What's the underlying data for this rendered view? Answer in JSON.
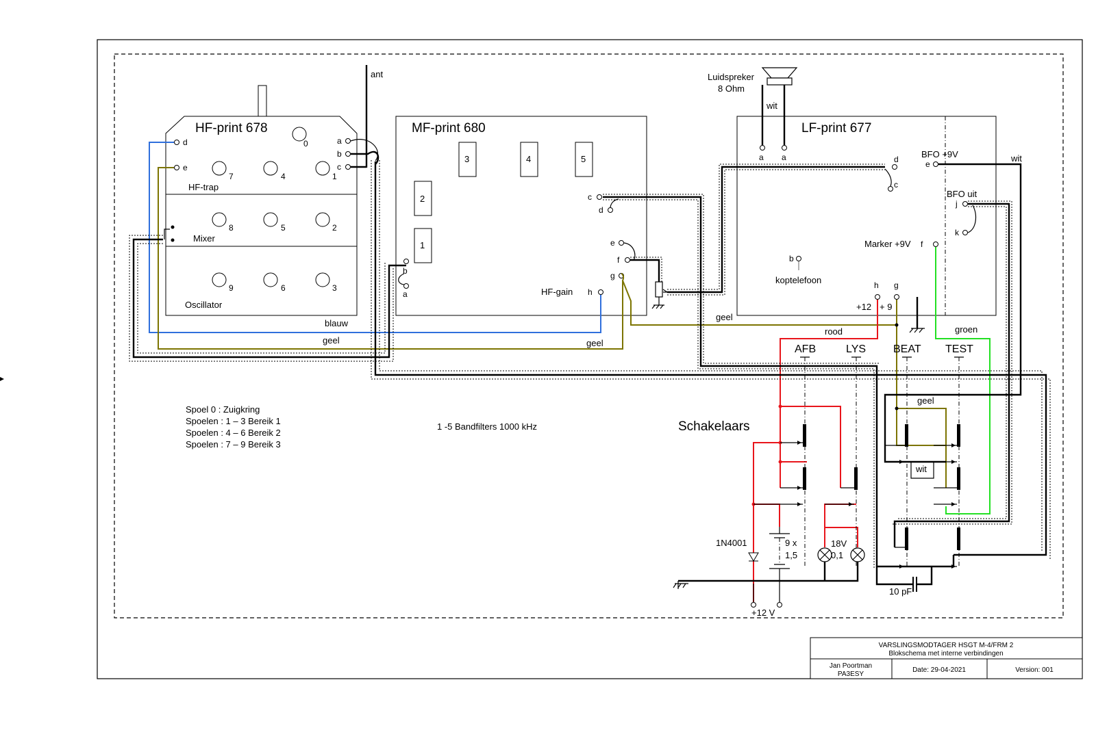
{
  "hf": {
    "title": "HF-print 678",
    "sections": [
      "HF-trap",
      "Mixer",
      "Oscillator"
    ],
    "pins": [
      "a",
      "b",
      "c",
      "d",
      "e"
    ],
    "coils": [
      "0",
      "7",
      "4",
      "1",
      "8",
      "5",
      "2",
      "9",
      "6",
      "3"
    ]
  },
  "mf": {
    "title": "MF-print 680",
    "filters": [
      "1",
      "2",
      "3",
      "4",
      "5"
    ],
    "pins": [
      "a",
      "b",
      "c",
      "d",
      "e",
      "f",
      "g",
      "h"
    ],
    "hf_gain": "HF-gain"
  },
  "lf": {
    "title": "LF-print 677",
    "pins": [
      "a",
      "a",
      "b",
      "c",
      "d",
      "e",
      "f",
      "g",
      "h",
      "j",
      "k"
    ],
    "bfo_9v": "BFO +9V",
    "bfo_off": "BFO uit",
    "marker": "Marker +9V",
    "headphone": "koptelefoon",
    "supply_12": "+12",
    "supply_9": "+ 9"
  },
  "speaker": {
    "label1": "Luidspreker",
    "label2": "8 Ohm"
  },
  "antenna": "ant",
  "wires": {
    "wit": "wit",
    "blauw": "blauw",
    "geel": "geel",
    "rood": "rood",
    "groen": "groen"
  },
  "switches": {
    "title": "Schakelaars",
    "names": [
      "AFB",
      "LYS",
      "BEAT",
      "TEST"
    ]
  },
  "parts": {
    "diode": "1N4001",
    "battery1": "9 x",
    "battery2": "1,5",
    "lamp1": "18V",
    "lamp2": "0,1",
    "cap": "10 pF",
    "supply": "+12 V"
  },
  "notes": [
    "Spoel 0 : Zuigkring",
    "Spoelen :  1 – 3 Bereik 1",
    "Spoelen :  4 – 6 Bereik 2",
    "Spoelen :  7 – 9 Bereik 3"
  ],
  "bandfilters": "1 -5 Bandfilters 1000 kHz",
  "title_block": {
    "title": "VARSLINGSMODTAGER HSGT M-4/FRM 2",
    "subtitle": "Blokschema met interne verbindingen",
    "author1": "Jan Poortman",
    "author2": "PA3ESY",
    "date": "Date: 29-04-2021",
    "version": "Version: 001"
  },
  "colors": {
    "red": "#e8151b",
    "blue": "#2f6fdc",
    "olive": "#7c7400",
    "green": "#22e022"
  }
}
